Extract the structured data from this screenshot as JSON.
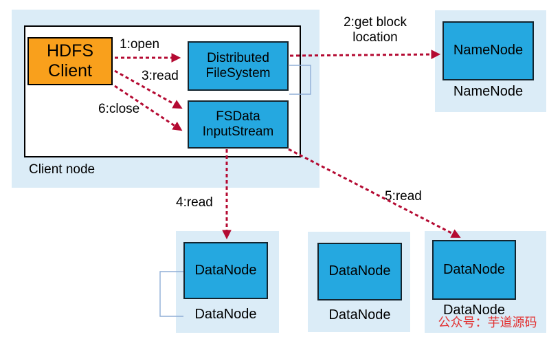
{
  "diagram": {
    "type": "hdfs-read-flow",
    "colors": {
      "region_bg": "#dbecf7",
      "node_blue": "#25a8e0",
      "client_orange": "#f9a01c",
      "arrow_red": "#b40a32",
      "bracket_blue": "#8fadd6",
      "watermark_red": "#e23333"
    }
  },
  "client_region": {
    "region_label": "Client node",
    "hdfs_client_label": "HDFS\nClient",
    "distributed_filesystem_label": "Distributed\nFileSystem",
    "fsdata_inputstream_label": "FSData\nInputStream"
  },
  "namenode_region": {
    "node_label": "NameNode",
    "region_label": "NameNode"
  },
  "datanode_regions": [
    {
      "node_label": "DataNode",
      "region_label": "DataNode"
    },
    {
      "node_label": "DataNode",
      "region_label": "DataNode"
    },
    {
      "node_label": "DataNode",
      "region_label": "DataNode"
    }
  ],
  "arrows": [
    {
      "step": 1,
      "label": "1:open"
    },
    {
      "step": 2,
      "label": "2:get block\nlocation"
    },
    {
      "step": 3,
      "label": "3:read"
    },
    {
      "step": 4,
      "label": "4:read"
    },
    {
      "step": 5,
      "label": "5:read"
    },
    {
      "step": 6,
      "label": "6:close"
    }
  ],
  "watermark": {
    "text": "公众号：芋道源码"
  }
}
